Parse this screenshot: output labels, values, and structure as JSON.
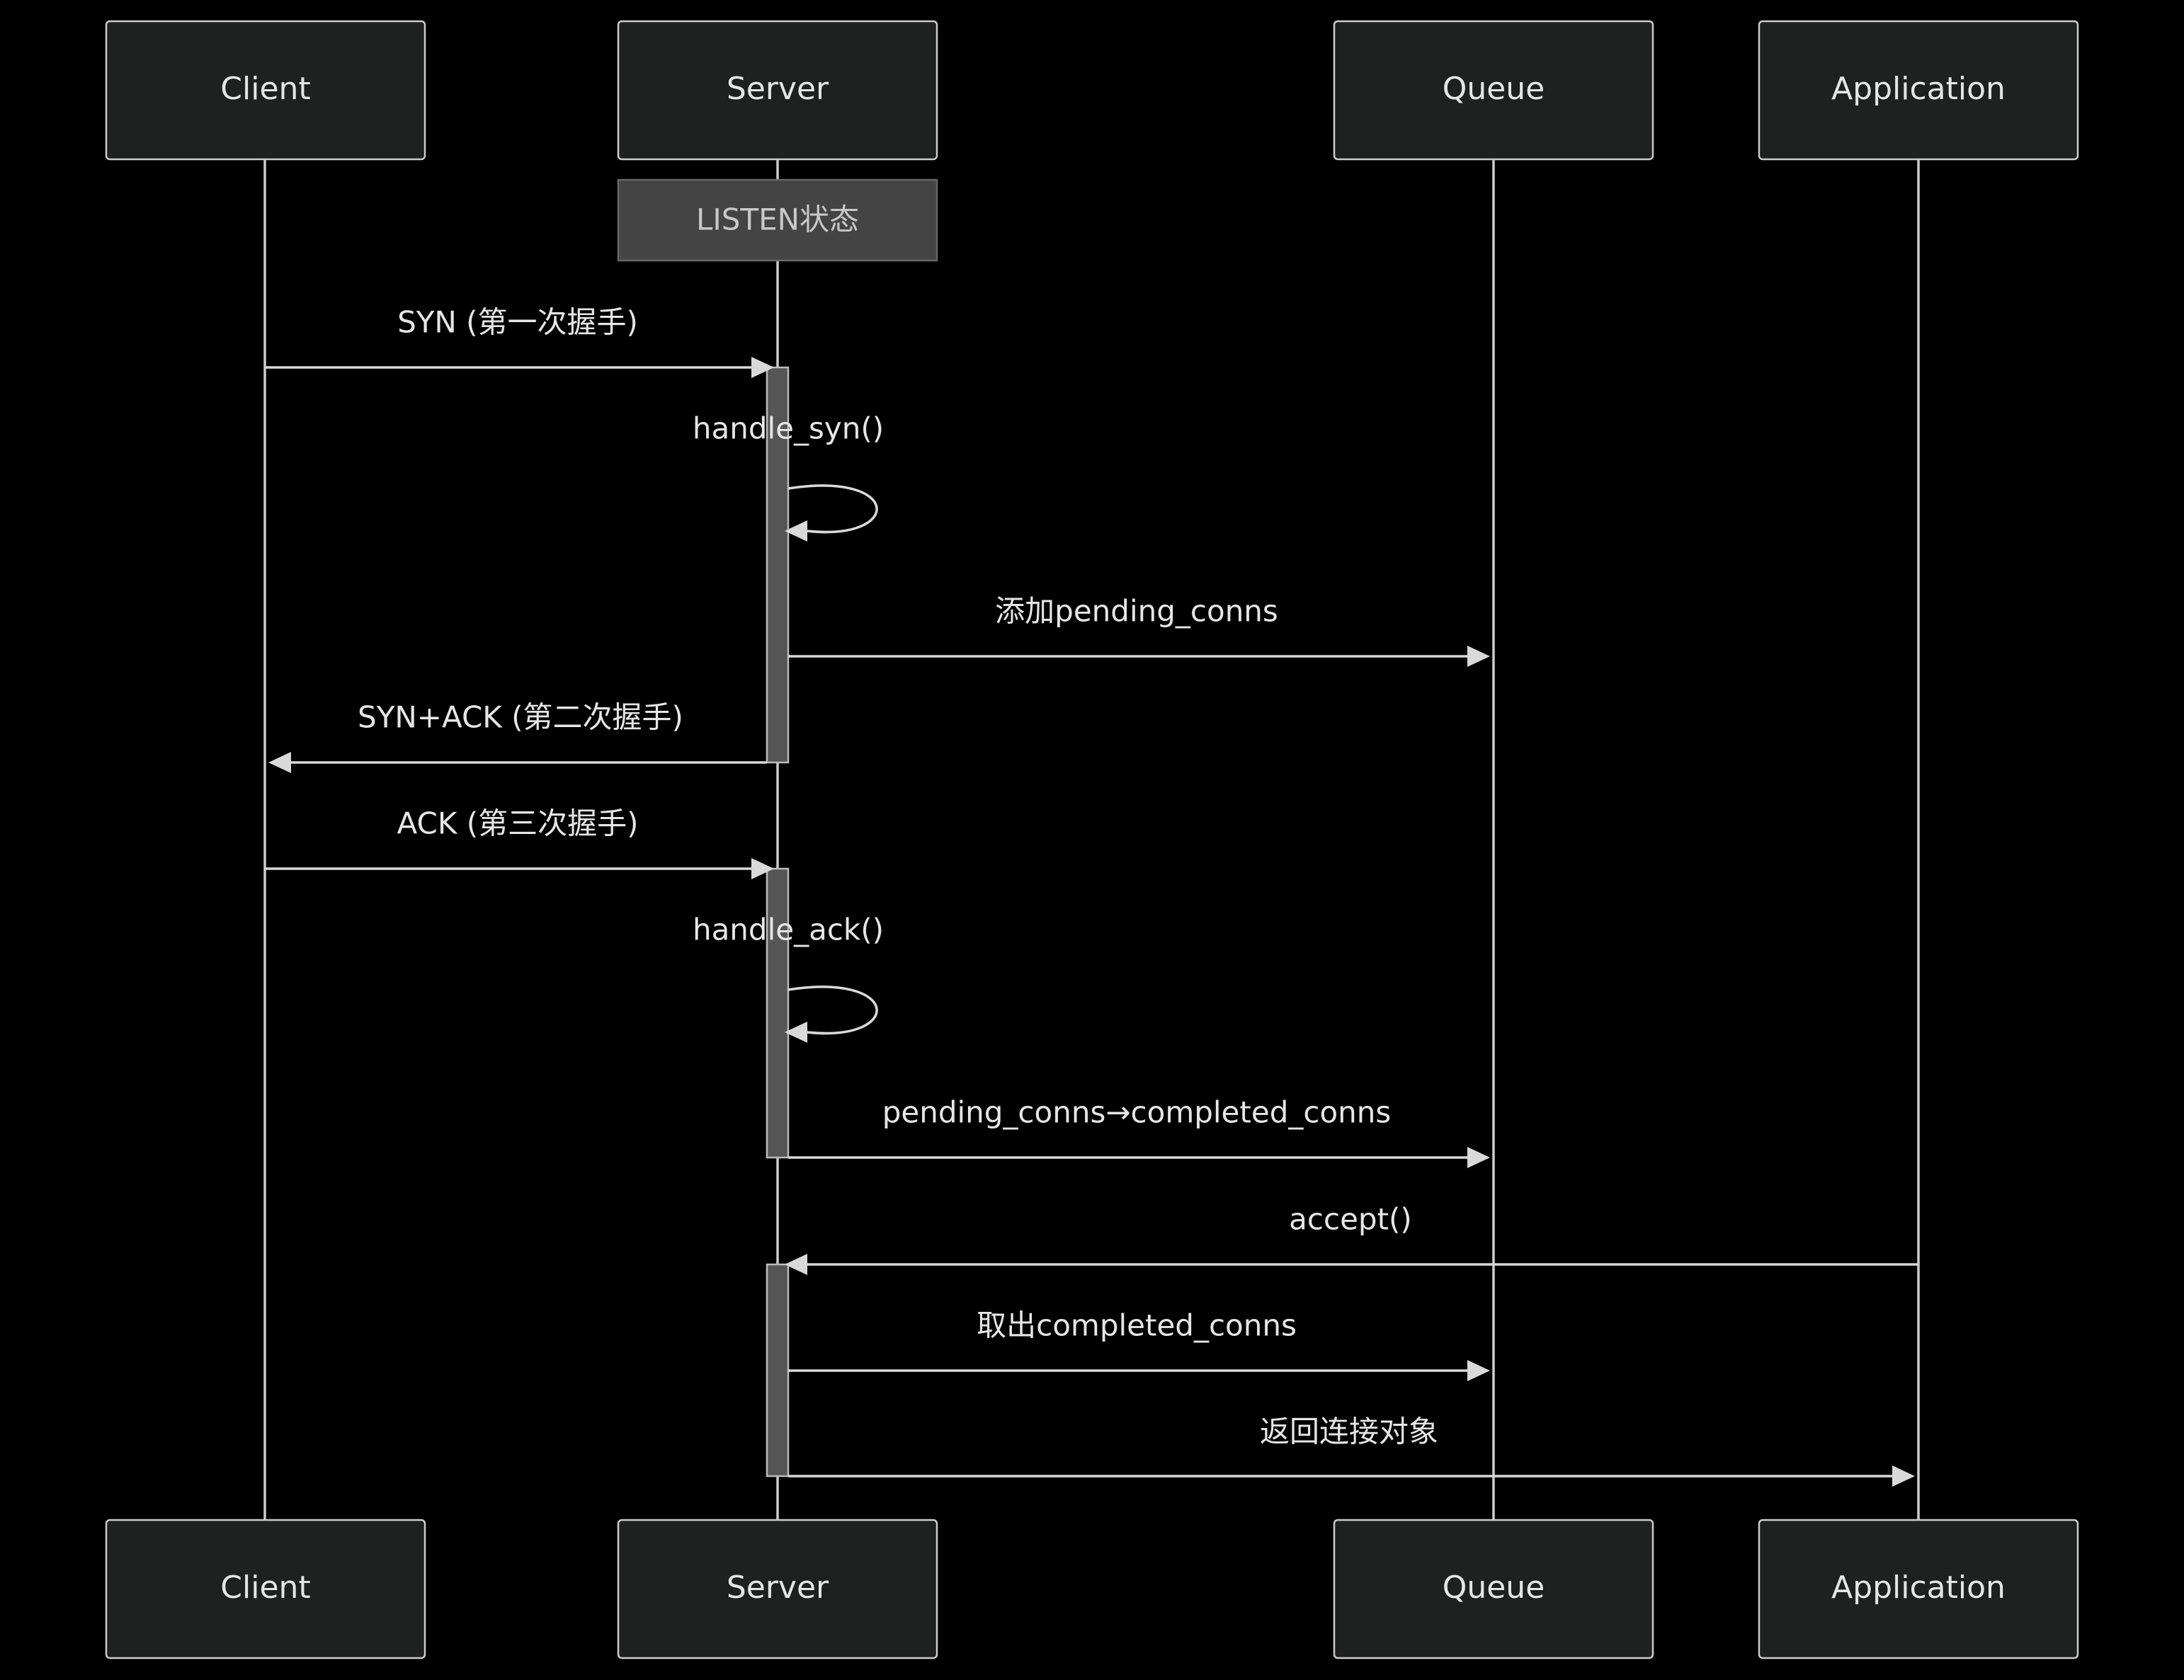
{
  "participants": [
    {
      "id": "client",
      "label": "Client"
    },
    {
      "id": "server",
      "label": "Server"
    },
    {
      "id": "queue",
      "label": "Queue"
    },
    {
      "id": "application",
      "label": "Application"
    }
  ],
  "note": {
    "over": "server",
    "text": "LISTEN状态"
  },
  "messages": [
    {
      "from": "client",
      "to": "server",
      "text": "SYN (第一次握手)"
    },
    {
      "from": "server",
      "to": "server",
      "text": "handle_syn()"
    },
    {
      "from": "server",
      "to": "queue",
      "text": "添加pending_conns"
    },
    {
      "from": "server",
      "to": "client",
      "text": "SYN+ACK (第二次握手)"
    },
    {
      "from": "client",
      "to": "server",
      "text": "ACK (第三次握手)"
    },
    {
      "from": "server",
      "to": "server",
      "text": "handle_ack()"
    },
    {
      "from": "server",
      "to": "queue",
      "text": "pending_conns→completed_conns"
    },
    {
      "from": "application",
      "to": "server",
      "text": "accept()"
    },
    {
      "from": "server",
      "to": "queue",
      "text": "取出completed_conns"
    },
    {
      "from": "server",
      "to": "application",
      "text": "返回连接对象"
    }
  ],
  "colors": {
    "background": "#000000",
    "actor_fill": "#1f2020",
    "actor_stroke": "#cccccc",
    "note_fill": "#444444",
    "activation_fill": "#555555",
    "line": "#d9d9d9",
    "text": "#e6e6e6"
  }
}
